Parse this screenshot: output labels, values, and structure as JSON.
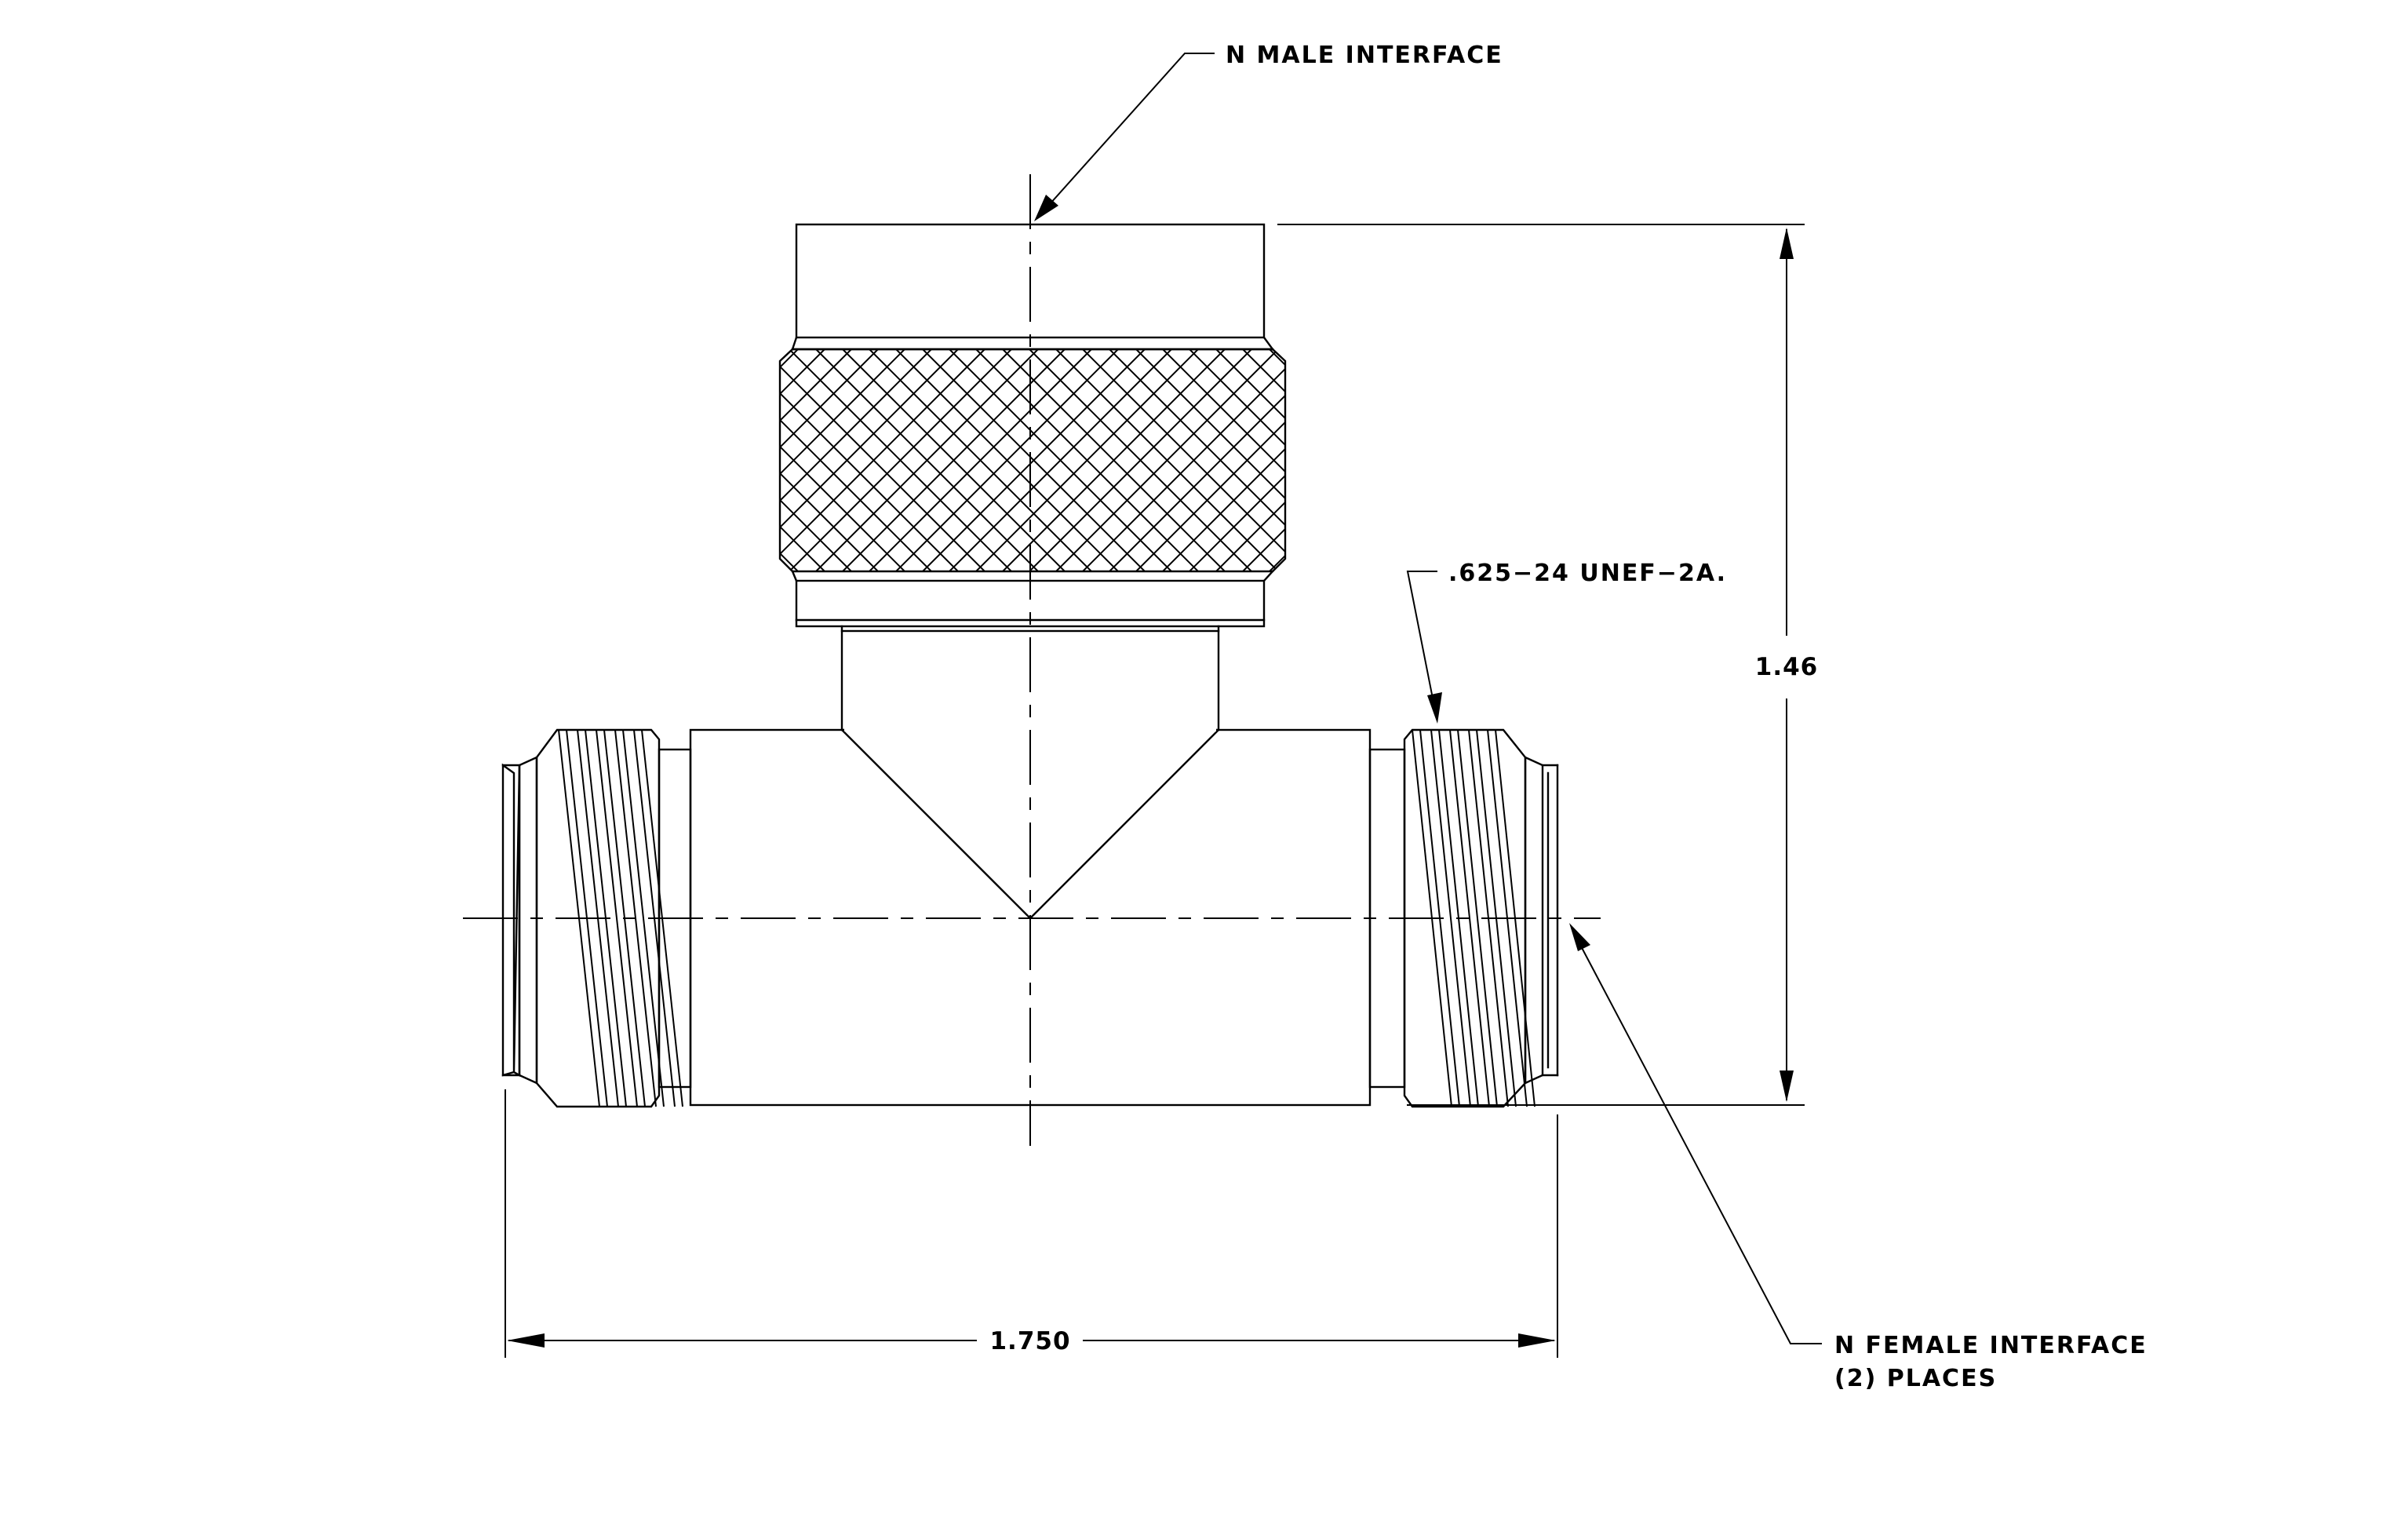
{
  "callouts": {
    "male_interface": "N  MALE  INTERFACE",
    "thread": ".625−24  UNEF−2A.",
    "female_interface_line1": "N  FEMALE  INTERFACE",
    "female_interface_line2": "(2)   PLACES"
  },
  "dimensions": {
    "height": "1.46",
    "width": "1.750"
  },
  "colors": {
    "line": "#000000",
    "background": "#ffffff"
  }
}
